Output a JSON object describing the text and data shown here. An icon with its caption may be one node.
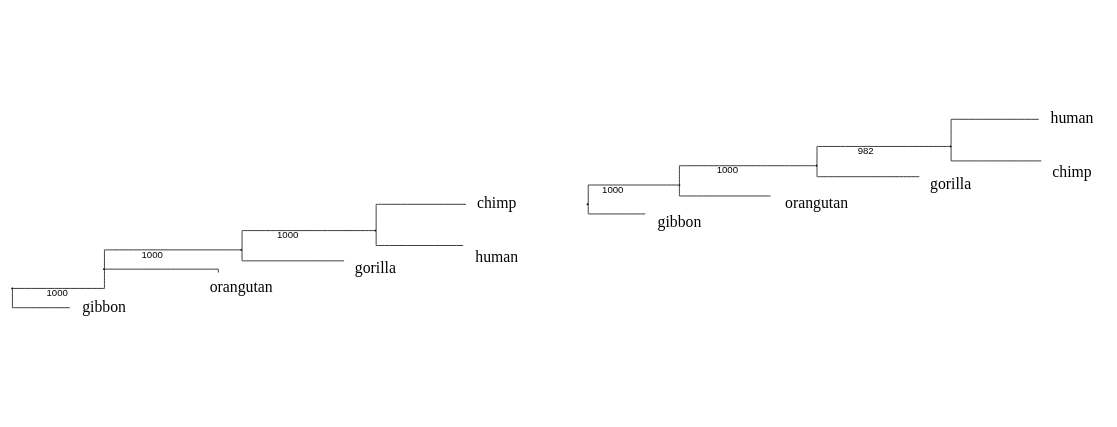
{
  "diagram": {
    "nodes": [
      {
        "text": [],
        "shape": "point"
      },
      {
        "text": [],
        "shape": "point"
      },
      {
        "text": [],
        "shape": "point"
      },
      {
        "text": [],
        "shape": "point"
      },
      {
        "text": [
          "chimp"
        ]
      },
      {
        "text": [
          "human"
        ]
      },
      {
        "text": [
          "gorilla"
        ]
      },
      {
        "text": [
          "orangutan"
        ]
      },
      {
        "text": [
          "gibbon"
        ]
      },
      {
        "text": [],
        "shape": "point"
      },
      {
        "text": [],
        "shape": "point"
      },
      {
        "text": [],
        "shape": "point"
      },
      {
        "text": [],
        "shape": "point"
      },
      {
        "text": [
          "human"
        ]
      },
      {
        "text": [
          "chimp"
        ]
      },
      {
        "text": [
          "gorilla"
        ]
      },
      {
        "text": [
          "orangutan"
        ]
      },
      {
        "text": [
          "gibbon"
        ]
      }
    ],
    "edges": [
      {
        "from": 0,
        "to": 1,
        "arrow": "none",
        "label": "1000"
      },
      {
        "from": 1,
        "to": 2,
        "arrow": "none",
        "label": "1000"
      },
      {
        "from": 2,
        "to": 3,
        "arrow": "none",
        "label": "1000"
      },
      {
        "from": 3,
        "to": 4,
        "arrow": "none"
      },
      {
        "from": 3,
        "to": 5,
        "arrow": "none"
      },
      {
        "from": 2,
        "to": 6,
        "arrow": "none"
      },
      {
        "from": 1,
        "to": 7,
        "arrow": "none"
      },
      {
        "from": 0,
        "to": 8,
        "arrow": "none"
      },
      {
        "from": 9,
        "to": 10,
        "arrow": "none",
        "label": "1000"
      },
      {
        "from": 10,
        "to": 11,
        "arrow": "none",
        "label": "1000"
      },
      {
        "from": 11,
        "to": 12,
        "arrow": "none",
        "label": "982"
      },
      {
        "from": 12,
        "to": 13,
        "arrow": "none"
      },
      {
        "from": 12,
        "to": 14,
        "arrow": "none"
      },
      {
        "from": 11,
        "to": 15,
        "arrow": "none"
      },
      {
        "from": 10,
        "to": 16,
        "arrow": "none"
      },
      {
        "from": 9,
        "to": 17,
        "arrow": "none"
      }
    ]
  }
}
